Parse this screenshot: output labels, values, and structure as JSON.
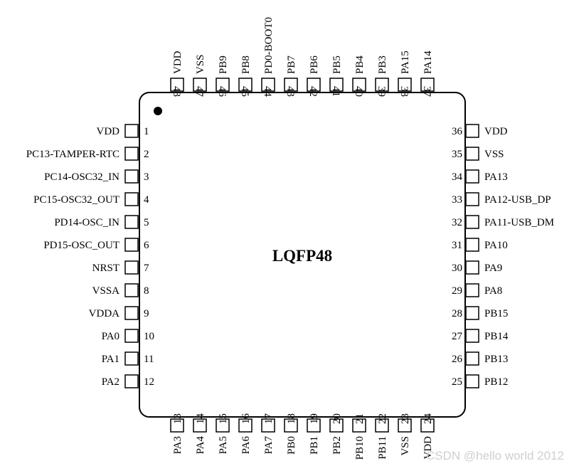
{
  "package": {
    "name": "LQFP48"
  },
  "pins": {
    "left": [
      {
        "num": "1",
        "name": "VDD"
      },
      {
        "num": "2",
        "name": "PC13-TAMPER-RTC"
      },
      {
        "num": "3",
        "name": "PC14-OSC32_IN"
      },
      {
        "num": "4",
        "name": "PC15-OSC32_OUT"
      },
      {
        "num": "5",
        "name": "PD14-OSC_IN"
      },
      {
        "num": "6",
        "name": "PD15-OSC_OUT"
      },
      {
        "num": "7",
        "name": "NRST"
      },
      {
        "num": "8",
        "name": "VSSA"
      },
      {
        "num": "9",
        "name": "VDDA"
      },
      {
        "num": "10",
        "name": "PA0"
      },
      {
        "num": "11",
        "name": "PA1"
      },
      {
        "num": "12",
        "name": "PA2"
      }
    ],
    "bottom": [
      {
        "num": "13",
        "name": "PA3"
      },
      {
        "num": "14",
        "name": "PA4"
      },
      {
        "num": "15",
        "name": "PA5"
      },
      {
        "num": "16",
        "name": "PA6"
      },
      {
        "num": "17",
        "name": "PA7"
      },
      {
        "num": "18",
        "name": "PB0"
      },
      {
        "num": "19",
        "name": "PB1"
      },
      {
        "num": "20",
        "name": "PB2"
      },
      {
        "num": "21",
        "name": "PB10"
      },
      {
        "num": "22",
        "name": "PB11"
      },
      {
        "num": "23",
        "name": "VSS"
      },
      {
        "num": "24",
        "name": "VDD"
      }
    ],
    "right": [
      {
        "num": "36",
        "name": "VDD"
      },
      {
        "num": "35",
        "name": "VSS"
      },
      {
        "num": "34",
        "name": "PA13"
      },
      {
        "num": "33",
        "name": "PA12-USB_DP"
      },
      {
        "num": "32",
        "name": "PA11-USB_DM"
      },
      {
        "num": "31",
        "name": "PA10"
      },
      {
        "num": "30",
        "name": "PA9"
      },
      {
        "num": "29",
        "name": "PA8"
      },
      {
        "num": "28",
        "name": "PB15"
      },
      {
        "num": "27",
        "name": "PB14"
      },
      {
        "num": "26",
        "name": "PB13"
      },
      {
        "num": "25",
        "name": "PB12"
      }
    ],
    "top": [
      {
        "num": "48",
        "name": "VDD"
      },
      {
        "num": "47",
        "name": "VSS"
      },
      {
        "num": "46",
        "name": "PB9"
      },
      {
        "num": "45",
        "name": "PB8"
      },
      {
        "num": "44",
        "name": "PD0-BOOT0"
      },
      {
        "num": "43",
        "name": "PB7"
      },
      {
        "num": "42",
        "name": "PB6"
      },
      {
        "num": "41",
        "name": "PB5"
      },
      {
        "num": "40",
        "name": "PB4"
      },
      {
        "num": "39",
        "name": "PB3"
      },
      {
        "num": "38",
        "name": "PA15"
      },
      {
        "num": "37",
        "name": "PA14"
      }
    ]
  },
  "watermark": "CSDN @hello world 2012"
}
